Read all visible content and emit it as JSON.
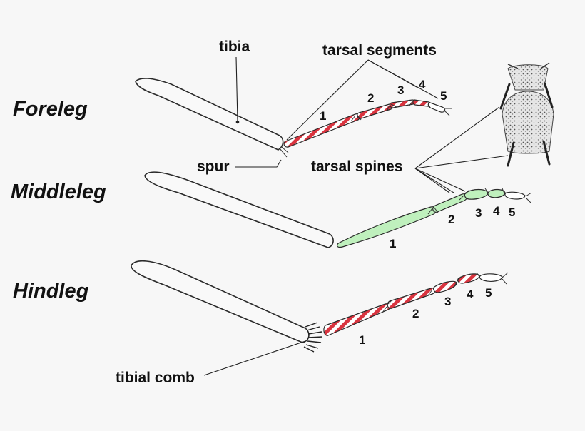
{
  "legs": {
    "foreleg": {
      "title": "Foreleg",
      "segment_numbers": [
        "1",
        "2",
        "3",
        "4",
        "5"
      ]
    },
    "middleleg": {
      "title": "Middleleg",
      "segment_numbers": [
        "1",
        "2",
        "3",
        "4",
        "5"
      ]
    },
    "hindleg": {
      "title": "Hindleg",
      "segment_numbers": [
        "1",
        "2",
        "3",
        "4",
        "5"
      ]
    }
  },
  "labels": {
    "tibia": "tibia",
    "tarsal_segments": "tarsal segments",
    "spur": "spur",
    "tarsal_spines": "tarsal spines",
    "tibial_comb": "tibial comb"
  },
  "colors": {
    "background": "#f7f7f7",
    "stripe_red": "#d9343f",
    "stripe_white": "#ffffff",
    "middle_green": "#bff0bd",
    "outline": "#2a2a2a"
  },
  "icons": {
    "stripes": "red-white-diagonal-stripes",
    "spine_detail": "spiny-tarsal-segment-magnified"
  }
}
